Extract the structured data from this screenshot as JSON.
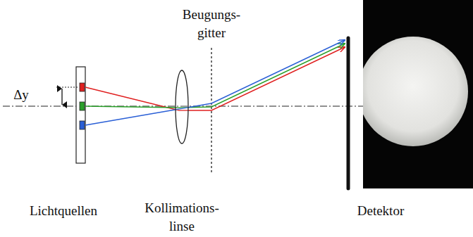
{
  "diagram": {
    "labels": [
      "Δy",
      "Beugungs- gitter",
      "Lichtquellen",
      "Kollimations- linse",
      "Detektor"
    ]
  }
}
